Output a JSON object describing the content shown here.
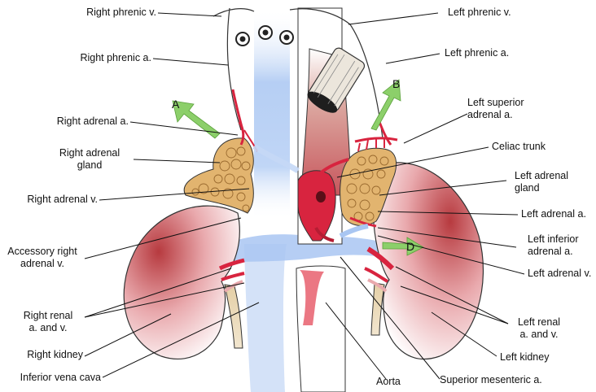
{
  "labels": {
    "right_phrenic_v": "Right phrenic v.",
    "right_phrenic_a": "Right phrenic a.",
    "right_adrenal_a": "Right adrenal a.",
    "right_adrenal_gland": "Right adrenal\ngland",
    "right_adrenal_v": "Right adrenal v.",
    "accessory_right_adrenal_v": "Accessory right\nadrenal v.",
    "right_renal_av": "Right renal\na. and v.",
    "right_kidney": "Right kidney",
    "inferior_vena_cava": "Inferior vena cava",
    "left_phrenic_v": "Left phrenic v.",
    "left_phrenic_a": "Left phrenic a.",
    "left_superior_adrenal_a": "Left superior\nadrenal a.",
    "celiac_trunk": "Celiac trunk",
    "left_adrenal_gland": "Left adrenal\ngland",
    "left_adrenal_a": "Left adrenal a.",
    "left_inferior_adrenal_a": "Left inferior\nadrenal a.",
    "left_adrenal_v": "Left adrenal v.",
    "left_renal_av": "Left renal\na. and v.",
    "left_kidney": "Left kidney",
    "aorta": "Aorta",
    "superior_mesenteric_a": "Superior mesenteric a."
  },
  "arrow_letters": {
    "a": "A",
    "b": "B",
    "d": "D"
  },
  "colors": {
    "artery": "#d8243f",
    "kidney": "#b73a3f",
    "gland": "#e2b46f",
    "vein_flow": "#a9c6f2",
    "arrow": "#8ccf6a",
    "muscle": "#c98e86"
  }
}
